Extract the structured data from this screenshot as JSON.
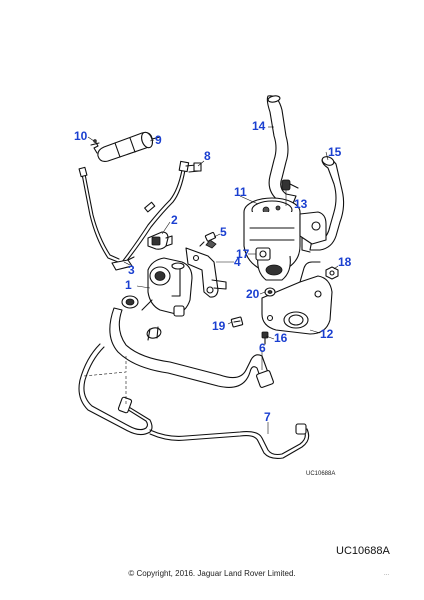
{
  "callouts": [
    {
      "id": "c1",
      "text": "1"
    },
    {
      "id": "c2",
      "text": "2"
    },
    {
      "id": "c3",
      "text": "3"
    },
    {
      "id": "c4",
      "text": "4"
    },
    {
      "id": "c5",
      "text": "5"
    },
    {
      "id": "c6",
      "text": "6"
    },
    {
      "id": "c7",
      "text": "7"
    },
    {
      "id": "c8",
      "text": "8"
    },
    {
      "id": "c9",
      "text": "9"
    },
    {
      "id": "c10",
      "text": "10"
    },
    {
      "id": "c11",
      "text": "11"
    },
    {
      "id": "c12",
      "text": "12"
    },
    {
      "id": "c13",
      "text": "13"
    },
    {
      "id": "c14",
      "text": "14"
    },
    {
      "id": "c15",
      "text": "15"
    },
    {
      "id": "c16",
      "text": "16"
    },
    {
      "id": "c17",
      "text": "17"
    },
    {
      "id": "c18",
      "text": "18"
    },
    {
      "id": "c19",
      "text": "19"
    },
    {
      "id": "c20",
      "text": "20"
    }
  ],
  "diagram_code_small": "UC10688A",
  "diagram_code_large": "UC10688A",
  "copyright": "© Copyright, 2016. Jaguar Land Rover Limited.",
  "corner_mark": "···",
  "colors": {
    "callout": "#1a3fd0",
    "line": "#111111"
  }
}
